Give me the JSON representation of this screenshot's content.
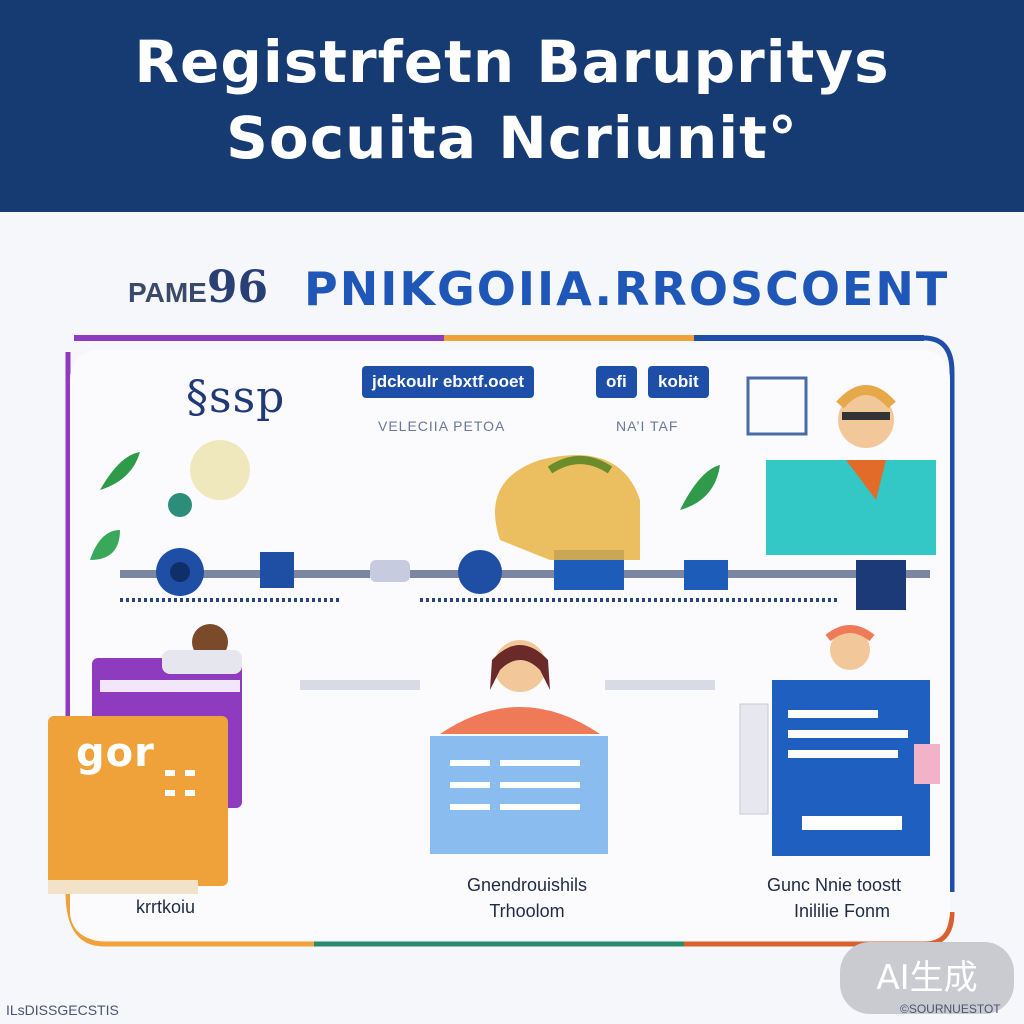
{
  "header": {
    "line1": "Registrfetn Barupritys",
    "line2": "Socuita Ncriunit°"
  },
  "subheader": {
    "left_label": "PAME",
    "left_number": "96",
    "right_title": "PNIKGOIIA.RROSCOENT"
  },
  "chips": [
    "jdckoulr ebxtf.ooet",
    "ofi",
    "kobit"
  ],
  "labels": {
    "vel": "VELECIIA PETOA",
    "dna": "NA’I TAF",
    "logo": "§ssp"
  },
  "cards": {
    "left_title": "gor",
    "left_caption": "krrtkoiu",
    "center_caption_1": "Gnendrouishils",
    "center_caption_2": "Trhoolom",
    "right_caption_1": "Gunc Nnie toostt",
    "right_caption_2": "Inililie Fonm"
  },
  "badge": "AI生成",
  "footer": {
    "left": "ILsDISSGECSTIS",
    "right": "©SOURNUESTOT"
  },
  "colors": {
    "header_bg": "#163a72",
    "accent_blue": "#1f57b8",
    "orange": "#f0a23a",
    "purple": "#8e3bbf",
    "teal": "#33c7c6"
  }
}
